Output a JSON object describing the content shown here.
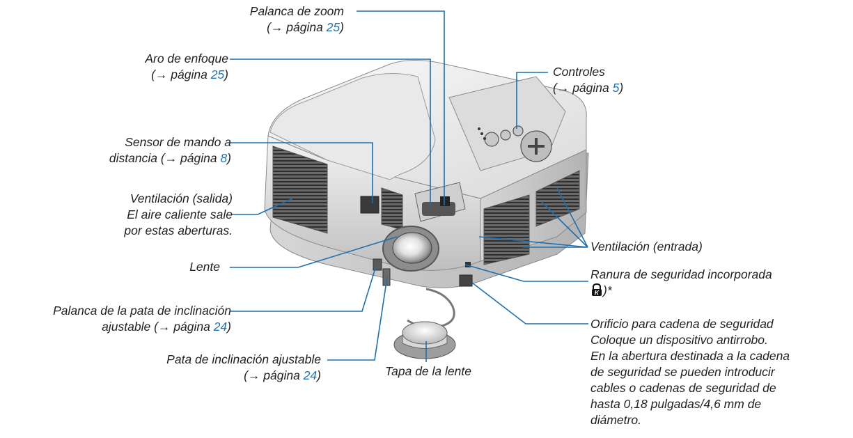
{
  "labels": {
    "zoom": {
      "line1": "Palanca de zoom",
      "ref": "(→ página ",
      "page": "25",
      "close": ")"
    },
    "focus": {
      "line1": "Aro de enfoque",
      "ref": "(→ página ",
      "page": "25",
      "close": ")"
    },
    "sensor": {
      "line1": "Sensor de mando a",
      "ref": "distancia (→ página ",
      "page": "8",
      "close": ")"
    },
    "vent_out": {
      "line1": "Ventilación (salida)",
      "line2": "El aire caliente sale",
      "line3": "por estas aberturas."
    },
    "lens": {
      "line1": "Lente"
    },
    "tilt_lever": {
      "line1": "Palanca de la pata de inclinación",
      "ref": "ajustable (→ página ",
      "page": "24",
      "close": ")"
    },
    "tilt_foot": {
      "line1": "Pata de inclinación ajustable",
      "ref": "(→ página ",
      "page": "24",
      "close": ")"
    },
    "lens_cap": {
      "line1": "Tapa de la lente"
    },
    "controls": {
      "line1": "Controles",
      "ref": "(→ página ",
      "page": "5",
      "close": ")"
    },
    "vent_in": {
      "line1": "Ventilación (entrada)"
    },
    "security_slot": {
      "line1": "Ranura de seguridad incorporada",
      "suffix": ")*",
      "lock_icon": "kensington-lock-icon"
    },
    "security_chain": {
      "line1": "Orificio para cadena de seguridad",
      "line2": "Coloque un dispositivo antirrobo.",
      "line3": "En la abertura destinada a la cadena",
      "line4": "de seguridad se pueden introducir",
      "line5": "cables o cadenas de seguridad de",
      "line6": "hasta 0,18 pulgadas/4,6 mm de",
      "line7": "diámetro."
    }
  },
  "colors": {
    "leader": "#1c6fb0",
    "page_ref": "#1c73b8",
    "text": "#231f20"
  }
}
